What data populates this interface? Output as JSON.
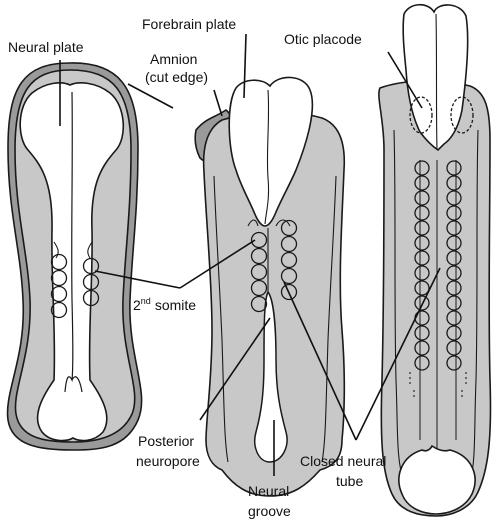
{
  "labels": {
    "neural_plate": "Neural plate",
    "forebrain_plate": "Forebrain plate",
    "amnion_line1": "Amnion",
    "amnion_line2": "(cut edge)",
    "otic_placode": "Otic placode",
    "somite_sup": "nd",
    "somite_prefix": "2",
    "somite_word": "somite",
    "posterior_line1": "Posterior",
    "posterior_line2": "neuropore",
    "neural_groove_line1": "Neural",
    "neural_groove_line2": "groove",
    "closed_tube_line1": "Closed neural",
    "closed_tube_line2": "tube"
  },
  "colors": {
    "tissue_fill": "#c8c8c8",
    "outline": "#1a1a1a",
    "plate_fill": "#ffffff",
    "outer_band": "#9a9a9a"
  }
}
